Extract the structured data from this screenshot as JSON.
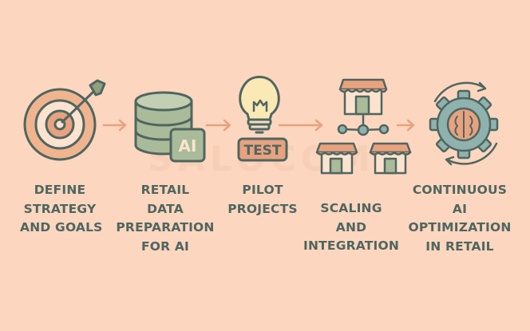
{
  "watermark": "SALOCOM",
  "colors": {
    "background": "#fcd6bf",
    "primary": "#4f6660",
    "accent": "#e8a27f",
    "sage": "#a9bb99",
    "teal": "#8fb2ae"
  },
  "steps": [
    {
      "icon": "target-icon",
      "lines": [
        "DEFINE",
        "STRATEGY",
        "AND GOALS"
      ]
    },
    {
      "icon": "database-ai-icon",
      "badge": "AI",
      "lines": [
        "RETAIL",
        "DATA",
        "PREPARATION",
        "FOR AI"
      ]
    },
    {
      "icon": "lightbulb-icon",
      "badge": "TEST",
      "lines": [
        "PILOT",
        "PROJECTS"
      ]
    },
    {
      "icon": "store-network-icon",
      "lines": [
        "SCALING",
        "AND",
        "INTEGRATION"
      ]
    },
    {
      "icon": "gear-brain-icon",
      "lines": [
        "CONTINUOUS",
        "AI",
        "OPTIMIZATION",
        "IN RETAIL"
      ]
    }
  ]
}
